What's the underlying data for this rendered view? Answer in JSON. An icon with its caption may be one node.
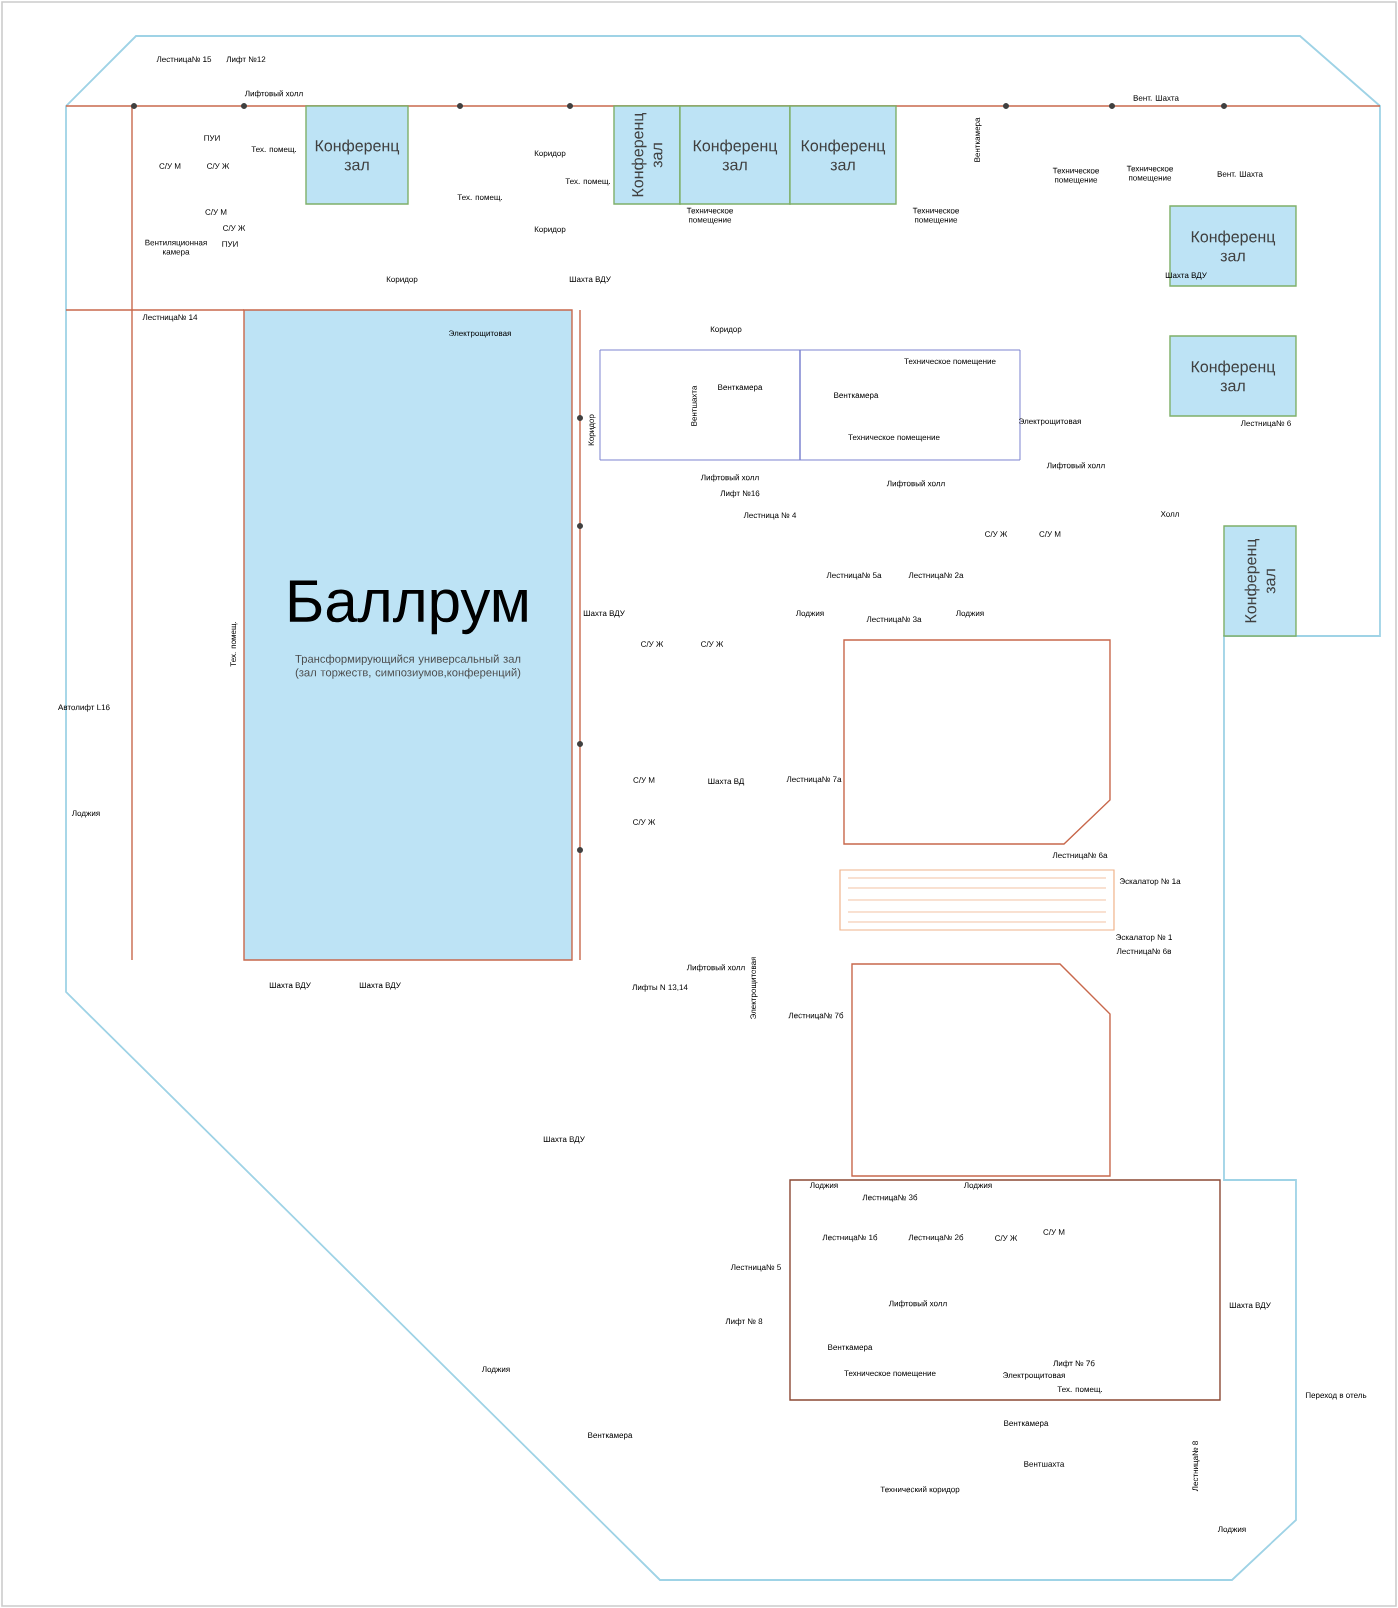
{
  "diagram": {
    "nodes": [
      {
        "text": [
          "Конференц зал"
        ]
      },
      {
        "text": [
          "Конференц зал"
        ]
      },
      {
        "text": [
          "Конференц зал"
        ]
      },
      {
        "text": [
          "Конференц зал"
        ]
      },
      {
        "text": [
          "Конференц зал"
        ]
      },
      {
        "text": [
          "Конференц зал"
        ]
      },
      {
        "text": [
          "Конференц зал"
        ]
      },
      {
        "text": [
          "Баллрум",
          "Трансформирующийся универсальный зал (зал торжеств, симпозиумов,конференций)"
        ]
      }
    ],
    "labels": [
      "Лестница№ 15",
      "Лифт №12",
      "Лифтовый холл",
      "ПУИ",
      "Тех. помещ.",
      "С/У М",
      "С/У Ж",
      "Коридор",
      "Тех. помещ.",
      "Тех. помещ.",
      "С/У М",
      "Вент. Шахта",
      "Венткамера",
      "Техническое помещение",
      "Техническое помещение",
      "Вент. Шахта",
      "Техническое помещение",
      "Техническое помещение",
      "С/У Ж",
      "Коридор",
      "ПУИ",
      "Вентиляционная камера",
      "Коридор",
      "Шахта ВДУ",
      "Шахта ВДУ",
      "Лестница№ 14",
      "Коридор",
      "Электрощитовая",
      "Техническое помещение",
      "Венткамера",
      "Венткамера",
      "Вентшахта",
      "Электрощитовая",
      "Лестница№ 6",
      "Коридор",
      "Техническое помещение",
      "Лифтовый холл",
      "Лифтовый холл",
      "Лифтовый холл",
      "Лифт №16",
      "Холл",
      "Лестница № 4",
      "С/У Ж",
      "С/У М",
      "Лестница№ 5а",
      "Лестница№ 2а",
      "Шахта ВДУ",
      "Лоджия",
      "Лоджия",
      "Лестница№ 3а",
      "С/У Ж",
      "С/У Ж",
      "Тех. помещ.",
      "Автолифт L16",
      "С/У М",
      "Шахта ВД",
      "Лестница№ 7а",
      "Лоджия",
      "С/У Ж",
      "Лестница№ 6а",
      "Эскалатор № 1а",
      "Эскалатор № 1",
      "Лестница№ 6в",
      "Лифтовый холл",
      "Шахта ВДУ",
      "Шахта ВДУ",
      "Лифты N 13,14",
      "Электрощитовая",
      "Лестница№ 7б",
      "Шахта ВДУ",
      "Лоджия",
      "Лоджия",
      "Лестница№ 3б",
      "Лестница№ 1б",
      "Лестница№ 2б",
      "С/У Ж",
      "С/У М",
      "Лестница№ 5",
      "Лифтовый холл",
      "Шахта ВДУ",
      "Лифт № 8",
      "Венткамера",
      "Лифт № 7б",
      "Лоджия",
      "Техническое помещение",
      "Электрощитовая",
      "Тех. помещ.",
      "Переход в отель",
      "Венткамера",
      "Венткамера",
      "Лестница№ 8",
      "Вентшахта",
      "Технический коридор",
      "Лоджия"
    ]
  }
}
